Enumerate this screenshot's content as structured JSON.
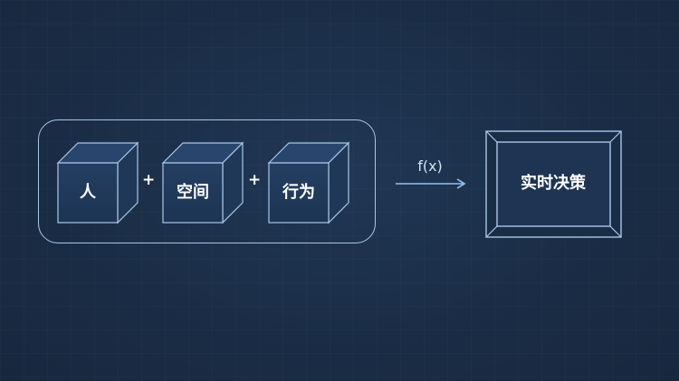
{
  "inputs": [
    {
      "label": "人"
    },
    {
      "label": "空间"
    },
    {
      "label": "行为"
    }
  ],
  "operators": [
    "+",
    "+"
  ],
  "function_label": "f(x)",
  "output": {
    "label": "实时决策"
  },
  "colors": {
    "background": "#1b2d46",
    "stroke": "#a9c7e6",
    "cube_face": "#213a5c",
    "arrow": "#8fc3ec"
  }
}
